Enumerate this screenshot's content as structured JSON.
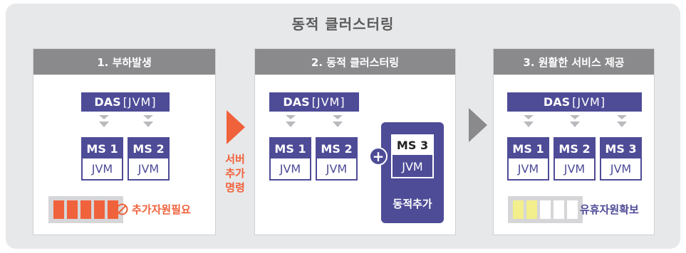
{
  "title": "동적 클러스터링",
  "colors": {
    "purple": "#4e4b97",
    "header_gray": "#8a8a8d",
    "background": "#e7e8ea",
    "alert_orange": "#f0623c",
    "battery_red": "#f0623c",
    "battery_yellow": "#f2ef8c",
    "battery_empty": "#ffffff",
    "arrow_gray": "#b9babd"
  },
  "panels": [
    {
      "header": "1. 부하발생",
      "das": {
        "name": "DAS",
        "jvm": "[JVM]"
      },
      "ms": [
        {
          "name": "MS 1",
          "jvm": "JVM"
        },
        {
          "name": "MS 2",
          "jvm": "JVM"
        }
      ],
      "battery": [
        "full",
        "full",
        "full",
        "full",
        "full"
      ],
      "status_icon": "prohibited-icon",
      "status_text": "추가자원필요"
    },
    {
      "header": "2. 동적 클러스터링",
      "das": {
        "name": "DAS",
        "jvm": "[JVM]"
      },
      "ms": [
        {
          "name": "MS 1",
          "jvm": "JVM"
        },
        {
          "name": "MS 2",
          "jvm": "JVM"
        }
      ],
      "added_ms": {
        "name": "MS 3",
        "jvm": "JVM"
      },
      "plus_icon": "plus-icon",
      "added_label": "동적추가"
    },
    {
      "header": "3. 원활한 서비스 제공",
      "das": {
        "name": "DAS",
        "jvm": "[JVM]"
      },
      "ms": [
        {
          "name": "MS 1",
          "jvm": "JVM"
        },
        {
          "name": "MS 2",
          "jvm": "JVM"
        },
        {
          "name": "MS 3",
          "jvm": "JVM"
        }
      ],
      "battery": [
        "light",
        "light",
        "empty",
        "empty",
        "empty"
      ],
      "status_text": "유휴자원확보"
    }
  ],
  "server_command": [
    "서버",
    "추가",
    "명령"
  ]
}
